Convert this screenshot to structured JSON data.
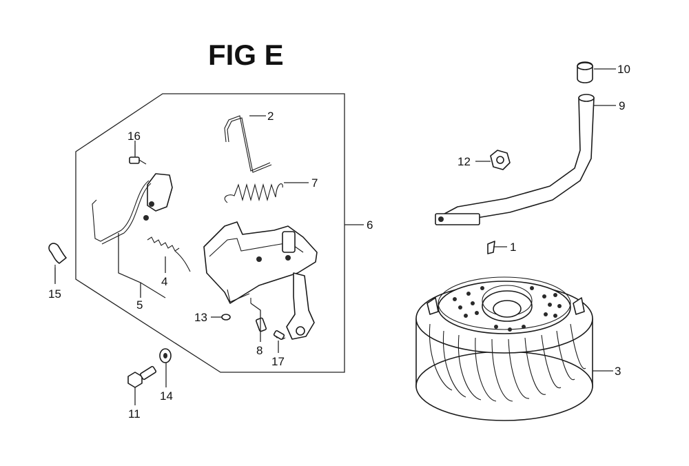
{
  "figure": {
    "title": "FIG E"
  },
  "callouts": {
    "c1": "1",
    "c2": "2",
    "c3": "3",
    "c4": "4",
    "c5": "5",
    "c6": "6",
    "c7": "7",
    "c8": "8",
    "c9": "9",
    "c10": "10",
    "c11": "11",
    "c12": "12",
    "c13": "13",
    "c14": "14",
    "c15": "15",
    "c16": "16",
    "c17": "17"
  }
}
